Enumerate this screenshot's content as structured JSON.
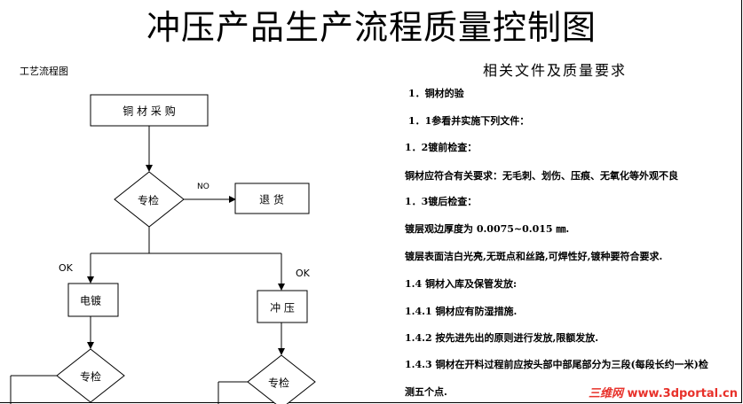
{
  "title": "冲压产品生产流程质量控制图",
  "process_label": "工艺流程图",
  "requirements_title": "相关文件及质量要求",
  "requirements": [
    "1．铜材的验",
    "1．1参看并实施下列文件：",
    "1．2镀前检查：",
    "铜材应符合有关要求：无毛刺、划伤、压痕、无氧化等外观不良",
    "1．3镀后检查：",
    "镀层观边厚度为 0.0075~0.015 ㎜.",
    "镀层表面洁白光亮,无斑点和丝路,可焊性好,镀种要符合要求.",
    "1.4 铜材入库及保管发放:",
    "1.4.1 铜材应有防湿措施.",
    "1.4.2 按先进先出的原则进行发放,限额发放.",
    "1.4.3  铜材在开料过程前应按头部中部尾部分为三段(每段长约一米)检",
    "测五个点."
  ],
  "flow": {
    "nodes": {
      "purchase": "铜 材 采 购",
      "inspect1": "专检",
      "return": "退    货",
      "plating": "电镀",
      "stamping": "冲 压",
      "inspect2": "专检",
      "inspect3": "专检"
    },
    "edges": {
      "no": "NO",
      "ok_left": "OK",
      "ok_right": "OK"
    }
  },
  "watermark": {
    "cn": "三维网",
    "url": "www.3dportal.cn"
  }
}
